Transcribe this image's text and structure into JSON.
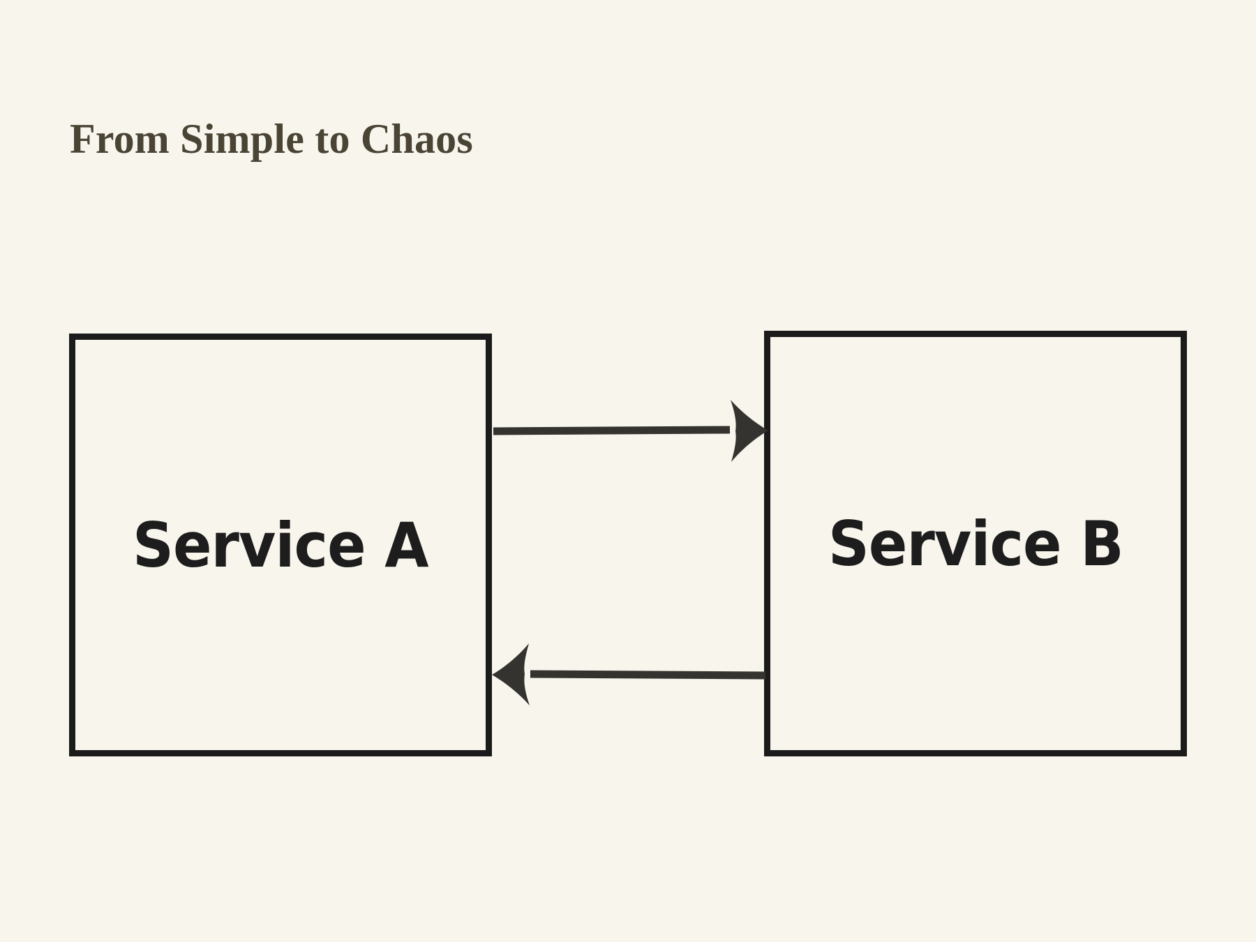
{
  "slide": {
    "title": "From Simple to Chaos",
    "background_color": "#f8f5ed",
    "title_color": "#4a4435"
  },
  "diagram": {
    "type": "flow-diagram",
    "node_border_color": "#1b1b1b",
    "node_fill_color": "#f8f5ed",
    "node_label_color": "#1d1d1d",
    "edge_color": "#35332f",
    "nodes": [
      {
        "id": "service-a",
        "label": "Service A"
      },
      {
        "id": "service-b",
        "label": "Service B"
      }
    ],
    "edges": [
      {
        "id": "a-to-b",
        "from": "service-a",
        "to": "service-b",
        "direction": "right",
        "label": ""
      },
      {
        "id": "b-to-a",
        "from": "service-b",
        "to": "service-a",
        "direction": "left",
        "label": ""
      }
    ]
  }
}
